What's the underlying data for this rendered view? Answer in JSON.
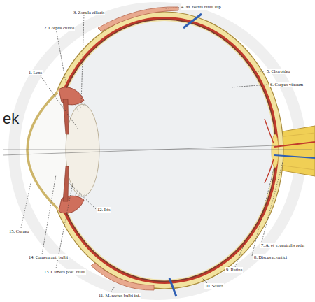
{
  "diagram": {
    "labels": [
      "1. Lens",
      "2. Corpus ciliare",
      "3. Zonula ciliaris",
      "4. M. rectus bulbi sup.",
      "5. Choroidea",
      "6. Corpus vitreum",
      "7. A. et v. centralis retin",
      "8. Discus n. optici",
      "9. Retina",
      "10. Sclera",
      "11. M. rectus bulbi inf.",
      "12. Iris",
      "13. Camera post. bulbi",
      "14. Camera ant. bulbi",
      "15. Cornea",
      "ek"
    ]
  }
}
